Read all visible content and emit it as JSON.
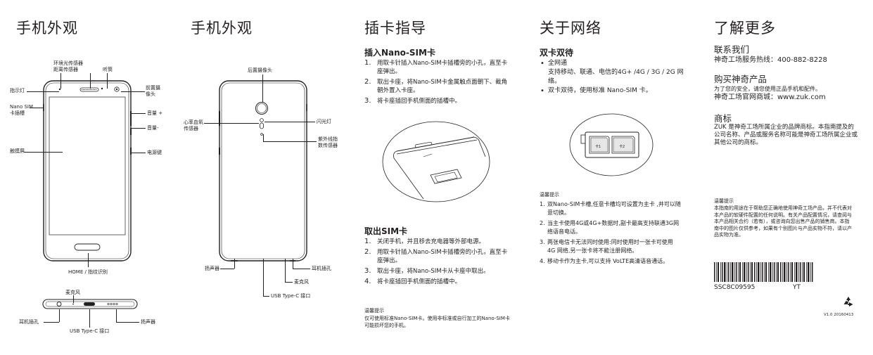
{
  "panel1": {
    "title": "手机外观",
    "labels": {
      "ambient": "环境光传感器",
      "proximity": "距离传感器",
      "receiver": "听筒",
      "indicator": "指示灯",
      "front_cam_1": "前置摄",
      "front_cam_2": "像头",
      "sim_1": "Nano SIM",
      "sim_2": "卡插槽",
      "vol_up": "音量 +",
      "vol_down": "音量-",
      "touch": "触摸屏",
      "power": "电源键",
      "home": "HOME / 指纹识别",
      "mic": "麦克风",
      "earphone": "耳机插孔",
      "usb": "USB Type-C 接口",
      "speaker": "扬声器"
    }
  },
  "panel2": {
    "title": "手机外观",
    "labels": {
      "rear_cam": "后置摄像头",
      "hr_1": "心率血氧",
      "hr_2": "传感器",
      "flash": "闪光灯",
      "uv_1": "紫外线指",
      "uv_2": "数传感器",
      "speaker": "扬声器",
      "earphone": "耳机插孔",
      "mic": "麦克风",
      "usb": "USB Type-C 接口"
    }
  },
  "panel3": {
    "title": "插卡指导",
    "insert_title": "插入Nano-SIM卡",
    "insert_steps": [
      {
        "n": "1.",
        "text": "用取卡针插入Nano-SIM卡插槽旁的小孔，直至卡座弹出。"
      },
      {
        "n": "2.",
        "text": "取出卡座，将Nano-SIM卡金属触点面朝下、截角朝外置入卡座。"
      },
      {
        "n": "3.",
        "text": "将卡座插回手机侧面的插槽中。"
      }
    ],
    "remove_title": "取出SIM卡",
    "remove_steps": [
      {
        "n": "1.",
        "text": "关闭手机，并且移去充电器等外部电源。"
      },
      {
        "n": "2.",
        "text": "用取卡针插入Nano-SIM卡插槽旁的小孔，直至卡座弹出。"
      },
      {
        "n": "3.",
        "text": "取出卡座，将Nano-SIM卡从卡座中取出。"
      },
      {
        "n": "4.",
        "text": "将卡座插回手机侧面的插槽中。"
      }
    ],
    "tip_title": "温馨提示",
    "tip_text": "仅可使用标准Nano-SIM卡。使用非标准或自行加工的Nano-SIM卡可能损坏您的手机。"
  },
  "panel4": {
    "title": "关于网络",
    "dual_title": "双卡双待",
    "bullets": [
      {
        "b": "•",
        "text": "全网通"
      },
      {
        "b": "",
        "text": "支持移动、联通、电信的4G+ /4G / 3G / 2G 网络。"
      },
      {
        "b": "•",
        "text": "双卡双待，使用标准 Nano-SIM 卡。"
      }
    ],
    "tray_label_1": "卡1",
    "tray_label_2": "卡2",
    "tip_title": "温馨提示",
    "tips": [
      {
        "n": "1.",
        "text": "双Nano-SIM卡槽,任意卡槽均可设置为主卡 ,并可以随意切换。"
      },
      {
        "n": "2.",
        "text": "当主卡使用4G或4G+数据时,副卡最高支持联通3G网络语音电话。"
      },
      {
        "n": "3.",
        "text": "两张电信卡无法同时使用:同时使用时一张卡可使用 4G 网络,另一张卡将不能注册网络。"
      },
      {
        "n": "4.",
        "text": "移动卡作为主卡,可以支持 VoLTE高清语音通话。"
      }
    ]
  },
  "panel5": {
    "title": "了解更多",
    "contact_title": "联系我们",
    "hotline": "神奇工场服务热线：400-882-8228",
    "buy_title": "购买神奇产品",
    "buy_text_1": "为了您的安全，请您使用正品手机和配件。",
    "buy_text_2": "神奇工场官网商城：www.zuk.com",
    "tm_title": "商标",
    "tm_text": "ZUK 是神奇工场所属企业的品牌商标。本指南提及的公司名称、产品或服务名称可能是神奇工场所属企业或其他公司的商标。",
    "tip_title": "温馨提示",
    "tip_text": "本指南的用途在于帮助您正确地使用神奇工场产品，并不代表对本产品的软硬件配置的任何说明。有关产品配置情况，请查阅与本产品相关合约（若有），或咨询向您出售产品的销售商。本指南中的图片仅供参考，如果有个别图片与产品实物不符，请以产品实物为准。",
    "barcode_code": "SSC8C09595",
    "barcode_suffix": "YT",
    "recycle_icon": "recycle-icon",
    "version": "V1.0 20160413"
  }
}
